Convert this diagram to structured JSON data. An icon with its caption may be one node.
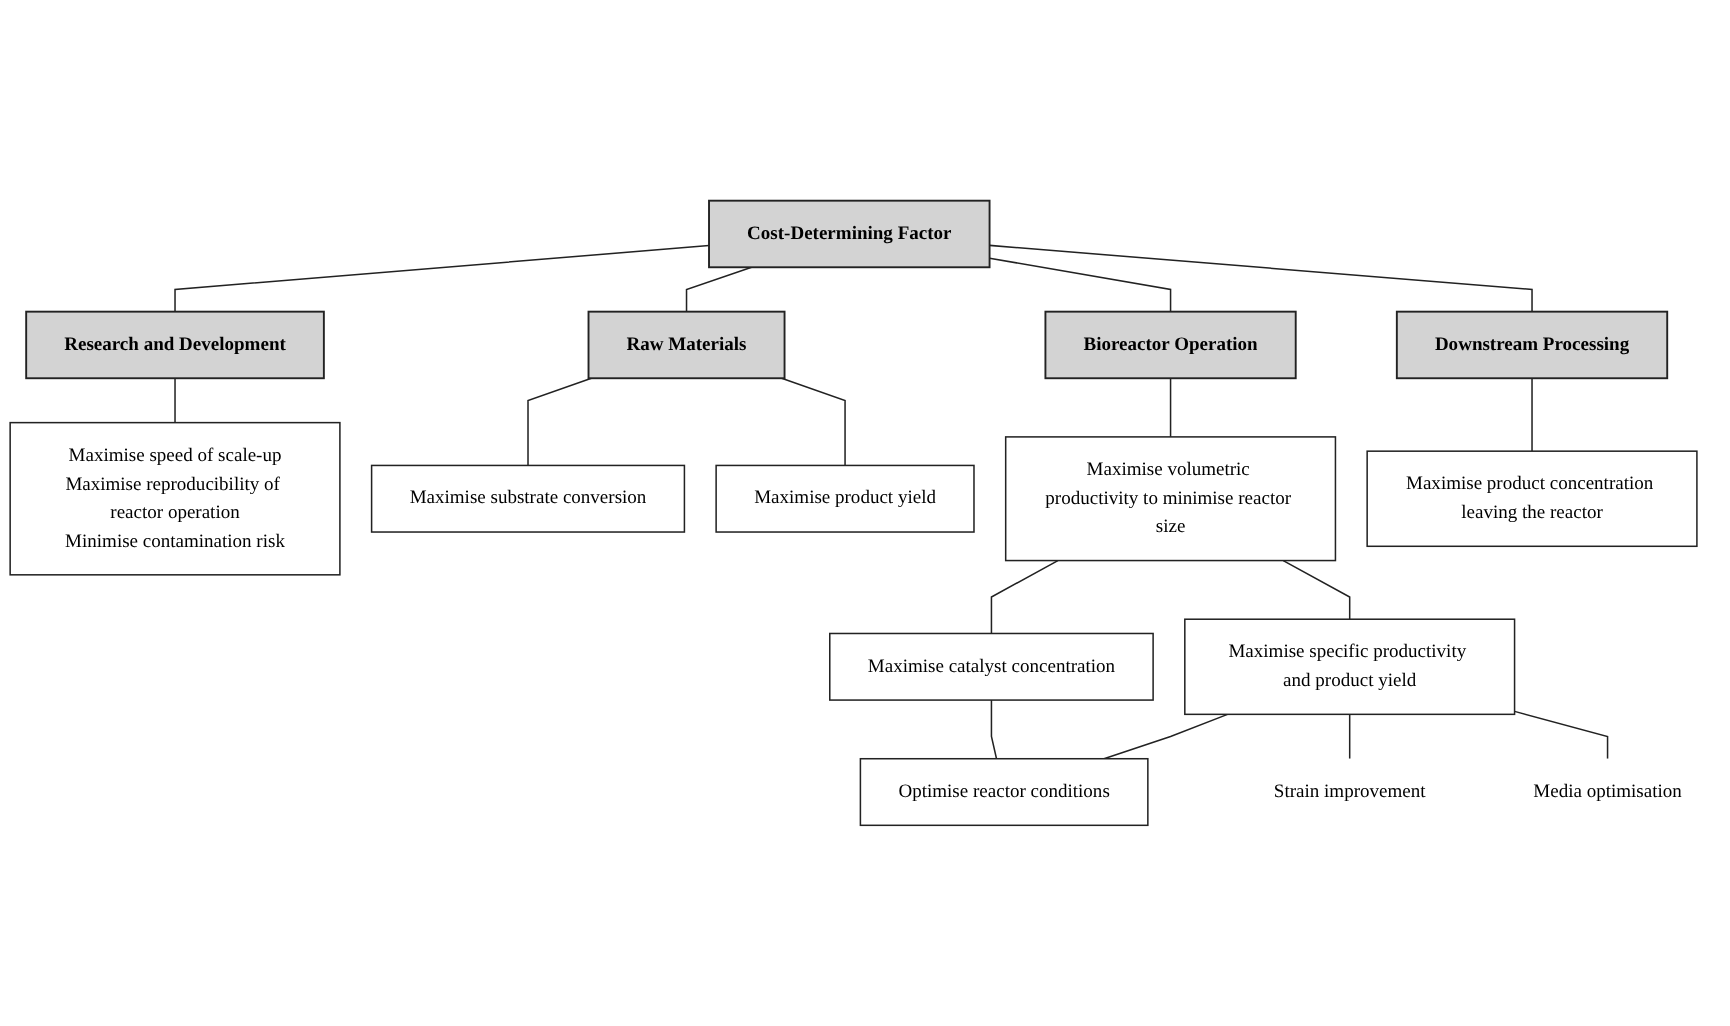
{
  "diagram": {
    "nodes": [
      {
        "text": [
          "Cost-Determining Factor"
        ]
      },
      {
        "text": [
          "Research and Development"
        ]
      },
      {
        "text": [
          "Raw Materials"
        ]
      },
      {
        "text": [
          "Bioreactor Operation"
        ]
      },
      {
        "text": [
          "Downstream Processing"
        ]
      },
      {
        "text": [
          "Maximise speed of scale-up",
          "Maximise reproducibility of reactor operation",
          "Minimise contamination risk"
        ]
      },
      {
        "text": [
          "Maximise substrate conversion"
        ]
      },
      {
        "text": [
          "Maximise product yield"
        ]
      },
      {
        "text": [
          "Maximise volumetric productivity to minimise reactor size"
        ]
      },
      {
        "text": [
          "Maximise product concentration leaving the reactor"
        ]
      },
      {
        "text": [
          "Maximise catalyst concentration"
        ]
      },
      {
        "text": [
          "Maximise specific productivity and product yield"
        ]
      },
      {
        "text": [
          "Optimise reactor conditions"
        ]
      },
      {
        "text": [
          "Strain improvement"
        ]
      },
      {
        "text": [
          "Media optimisation"
        ]
      }
    ],
    "edges": [
      {
        "from": 0,
        "to": 1,
        "arrow": "none"
      },
      {
        "from": 0,
        "to": 2,
        "arrow": "none"
      },
      {
        "from": 0,
        "to": 3,
        "arrow": "none"
      },
      {
        "from": 0,
        "to": 4,
        "arrow": "none"
      },
      {
        "from": 1,
        "to": 5,
        "arrow": "none"
      },
      {
        "from": 2,
        "to": 6,
        "arrow": "none"
      },
      {
        "from": 2,
        "to": 7,
        "arrow": "none"
      },
      {
        "from": 3,
        "to": 8,
        "arrow": "none"
      },
      {
        "from": 4,
        "to": 9,
        "arrow": "none"
      },
      {
        "from": 8,
        "to": 10,
        "arrow": "none"
      },
      {
        "from": 8,
        "to": 11,
        "arrow": "none"
      },
      {
        "from": 10,
        "to": 12,
        "arrow": "none"
      },
      {
        "from": 11,
        "to": 12,
        "arrow": "none"
      },
      {
        "from": 11,
        "to": 13,
        "arrow": "none"
      },
      {
        "from": 11,
        "to": 14,
        "arrow": "none"
      }
    ]
  }
}
